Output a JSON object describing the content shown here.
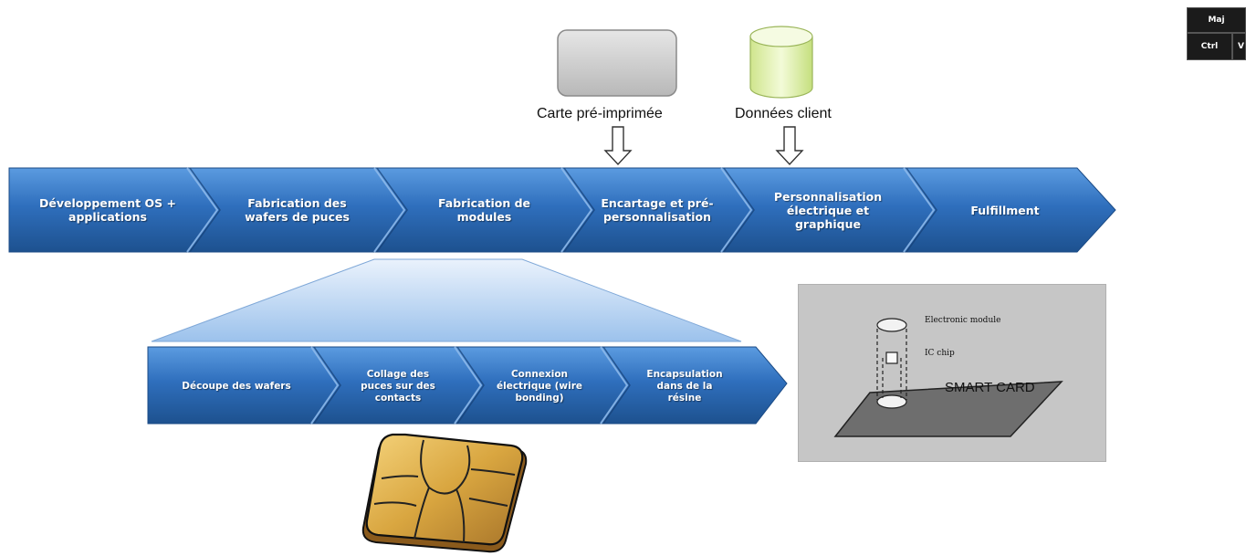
{
  "inputs": {
    "card_label": "Carte pré-imprimée",
    "data_label": "Données client"
  },
  "main_chain": [
    {
      "label": "Développement OS +\napplications"
    },
    {
      "label": "Fabrication des\nwafers de puces"
    },
    {
      "label": "Fabrication de\nmodules"
    },
    {
      "label": "Encartage et pré-\npersonnalisation"
    },
    {
      "label": "Personnalisation\nélectrique et\ngraphique"
    },
    {
      "label": "Fulfillment"
    }
  ],
  "sub_chain": [
    {
      "label": "Découpe des wafers"
    },
    {
      "label": "Collage des\npuces sur des\ncontacts"
    },
    {
      "label": "Connexion\nélectrique (wire\nbonding)"
    },
    {
      "label": "Encapsulation\ndans de la\nrésine"
    }
  ],
  "smart_card_figure": {
    "module_label": "Electronic module",
    "chip_label": "IC chip",
    "card_label": "SMART CARD"
  },
  "keyboard_overlay": {
    "keys": [
      "Maj",
      "Ctrl",
      "V"
    ]
  },
  "colors": {
    "chevron_dark": "#1f5a9e",
    "chevron_light": "#4a8bd4",
    "photo_bg": "#c6c6c6"
  }
}
